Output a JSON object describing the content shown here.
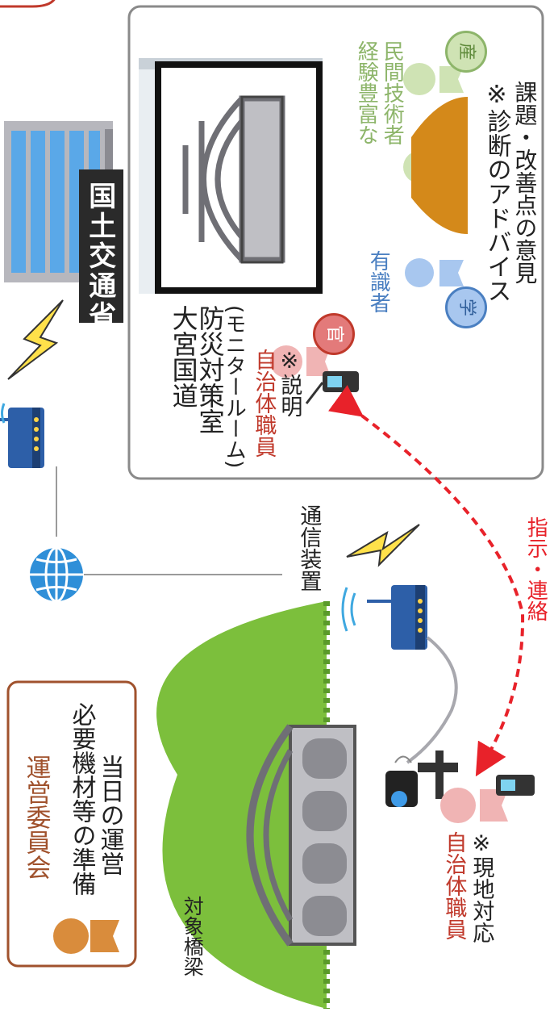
{
  "ministry_sign": "国土交通省",
  "monitor_room": {
    "title_line1": "大宮国道",
    "title_line2": "防災対策室",
    "title_line3": "(モニタールーム)",
    "staff_label": "自治体職員",
    "staff_note": "※説明",
    "staff_badge": "官"
  },
  "experts": {
    "academic_label": "有識者",
    "academic_badge": "学",
    "industry_label_line1": "経験豊富な",
    "industry_label_line2": "民間技術者",
    "industry_badge": "産",
    "note_line1": "※診断のアドバイス",
    "note_line2": "課題・改善点の意見"
  },
  "comm_device_label": "通信装置",
  "instruction_label": "指示・連絡",
  "committee": {
    "title": "運営委員会",
    "line1": "必要機材等の準備",
    "line2": "当日の運営"
  },
  "target_bridge_label": "対象橋梁",
  "field_staff": {
    "label": "自治体職員",
    "note": "※現地対応"
  },
  "colors": {
    "frame": "#8a8a8a",
    "committee_border": "#a0522d",
    "staff_red": "#c0392b",
    "expert_green": "#8db56a",
    "expert_blue": "#4a7fc1",
    "arrow_red": "#e8222a",
    "grass": "#7cbf3c",
    "bridge_gray": "#6f6f75",
    "router_blue": "#2d5fa8"
  }
}
